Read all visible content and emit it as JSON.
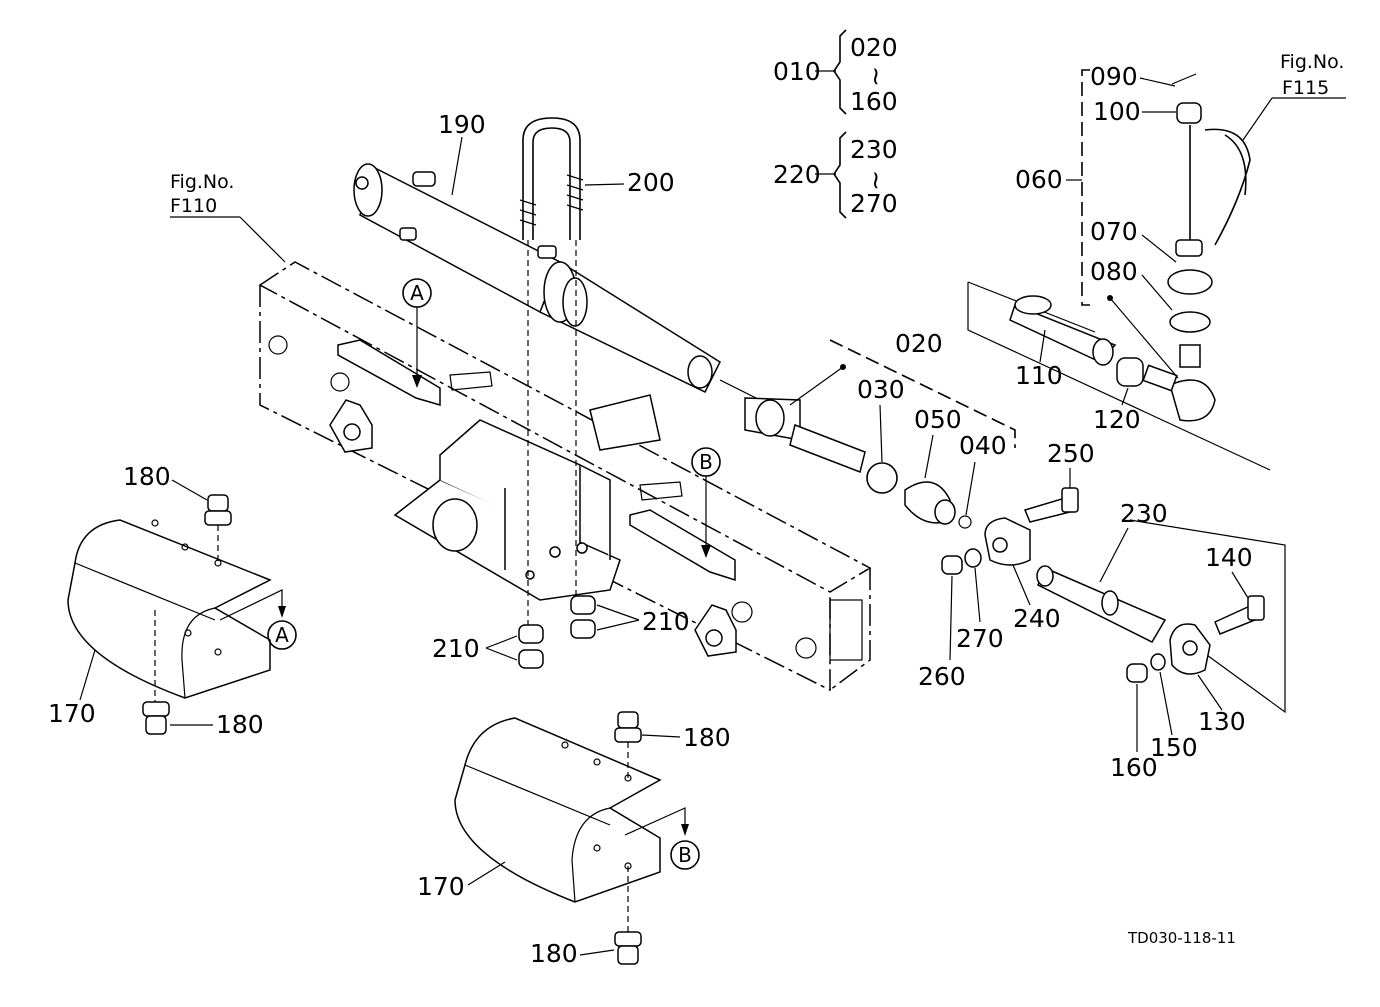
{
  "labels": {
    "l010": "010",
    "l020a": "020",
    "l160a": "160",
    "l220": "220",
    "l230a": "230",
    "l270a": "270",
    "l090": "090",
    "l100": "100",
    "l060": "060",
    "l070": "070",
    "l080": "080",
    "l190": "190",
    "l200": "200",
    "l110": "110",
    "l120": "120",
    "l020b": "020",
    "l030": "030",
    "l050": "050",
    "l040": "040",
    "l250": "250",
    "l230b": "230",
    "l140": "140",
    "l180a": "180",
    "l180b": "180",
    "l180c": "180",
    "l180d": "180",
    "l170a": "170",
    "l170b": "170",
    "l210a": "210",
    "l210b": "210",
    "l260": "260",
    "l270b": "270",
    "l240": "240",
    "l160b": "160",
    "l150": "150",
    "l130": "130",
    "tilde1": "~",
    "tilde2": "~"
  },
  "figrefs": {
    "f110_title": "Fig.No.",
    "f110_num": "F110",
    "f115_title": "Fig.No.",
    "f115_num": "F115"
  },
  "markers": {
    "A1": "A",
    "A2": "A",
    "B1": "B",
    "B2": "B"
  },
  "drawing_code": "TD030-118-11"
}
